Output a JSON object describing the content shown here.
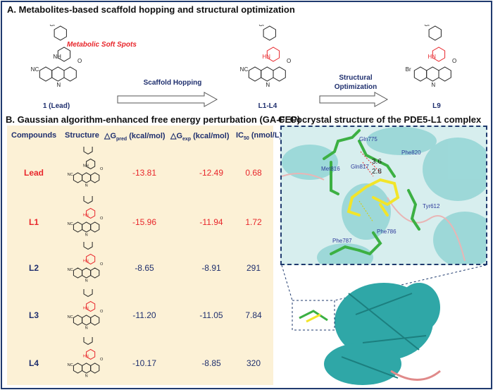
{
  "panel_a": {
    "title": "A. Metabolites-based scaffold hopping and structural optimization",
    "soft_spots": "Metabolic Soft Spots",
    "arrow1": "Scaffold Hopping",
    "arrow2_line1": "Structural",
    "arrow2_line2": "Optimization",
    "compounds": [
      {
        "label": "1 (Lead)",
        "sub": "NC"
      },
      {
        "label": "L1-L4",
        "sub": "NC"
      },
      {
        "label": "L9",
        "sub": "Br"
      }
    ],
    "atoms": {
      "cl": "Cl",
      "nh": "NH",
      "hn": "HN",
      "n": "N",
      "o": "O"
    }
  },
  "panel_b": {
    "title": "B. Gaussian algorithm-enhanced free energy perturbation (GA-FEP)",
    "headers": {
      "compounds": "Compounds",
      "structure": "Structure",
      "pred": "△G",
      "pred_sub": "pred",
      "pred_unit": " (kcal/mol)",
      "exp": "△G",
      "exp_sub": "exp",
      "exp_unit": " (kcal/mol)",
      "ic50": "IC",
      "ic50_sub": "50",
      "ic50_unit": " (nmol/L)"
    },
    "rows": [
      {
        "name": "Lead",
        "pred": "-13.81",
        "exp": "-12.49",
        "ic50": "0.68",
        "highlight": true
      },
      {
        "name": "L1",
        "pred": "-15.96",
        "exp": "-11.94",
        "ic50": "1.72",
        "highlight": true
      },
      {
        "name": "L2",
        "pred": "-8.65",
        "exp": "-8.91",
        "ic50": "291",
        "highlight": false
      },
      {
        "name": "L3",
        "pred": "-11.20",
        "exp": "-11.05",
        "ic50": "7.84",
        "highlight": false
      },
      {
        "name": "L4",
        "pred": "-10.17",
        "exp": "-8.85",
        "ic50": "320",
        "highlight": false
      }
    ]
  },
  "panel_c": {
    "title": "C. Cocrystal structure of the PDE5-L1 complex",
    "residues": [
      "Gln775",
      "Phe820",
      "Met816",
      "Gln817",
      "Tyr612",
      "Phe786",
      "Phe787"
    ],
    "distances": [
      "3.6",
      "2.8"
    ]
  },
  "colors": {
    "navy": "#1f2f6e",
    "red": "#e8262b",
    "table_bg": "#fcf1d6",
    "helix": "#7fcfcf",
    "carbon": "#3cb043",
    "ligand": "#f2e52a"
  }
}
